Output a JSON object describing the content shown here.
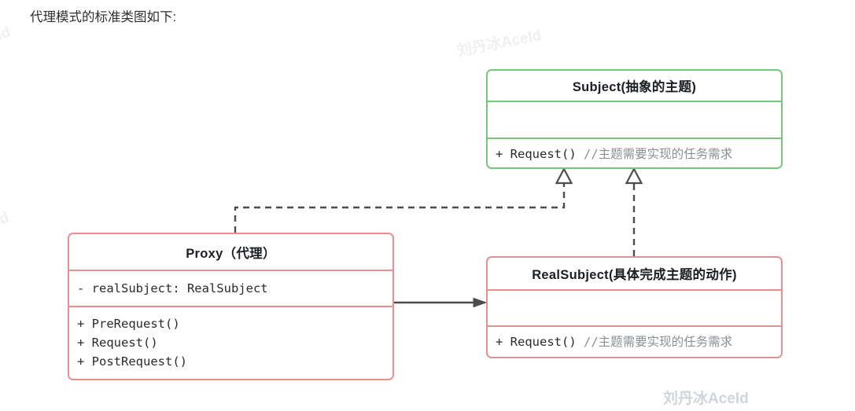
{
  "page": {
    "heading": "代理模式的标准类图如下:",
    "watermark_main": "刘丹冰AceId",
    "watermark_faint": "刘丹冰AceId",
    "watermark_partial": "ceId"
  },
  "colors": {
    "abstract_border": "#79c47e",
    "concrete_border": "#e98f8f",
    "connector": "#4d4d4d",
    "comment_text": "#8a8f94",
    "body_text": "#2b2b2b",
    "watermark": "#cfd5dd"
  },
  "diagram": {
    "type": "uml-class-diagram",
    "pattern": "Proxy Pattern",
    "classes": [
      {
        "id": "subject",
        "name": "Subject(抽象的主题)",
        "stereotype": "interface",
        "border_color": "#79c47e",
        "attributes": [],
        "methods": [
          {
            "signature": "+ Request()",
            "comment": "//主题需要实现的任务需求"
          }
        ]
      },
      {
        "id": "proxy",
        "name": "Proxy（代理）",
        "border_color": "#e98f8f",
        "attributes": [
          {
            "signature": "- realSubject: RealSubject",
            "comment": ""
          }
        ],
        "methods": [
          {
            "signature": "+ PreRequest()",
            "comment": ""
          },
          {
            "signature": "+ Request()",
            "comment": ""
          },
          {
            "signature": "+ PostRequest()",
            "comment": ""
          }
        ]
      },
      {
        "id": "realsubject",
        "name": "RealSubject(具体完成主题的动作)",
        "border_color": "#e98f8f",
        "attributes": [],
        "methods": [
          {
            "signature": "+ Request()",
            "comment": "//主题需要实现的任务需求"
          }
        ]
      }
    ],
    "relations": [
      {
        "from": "proxy",
        "to": "subject",
        "kind": "realization",
        "style": "dashed",
        "arrowhead": "hollow-triangle"
      },
      {
        "from": "realsubject",
        "to": "subject",
        "kind": "realization",
        "style": "dashed",
        "arrowhead": "hollow-triangle"
      },
      {
        "from": "proxy",
        "to": "realsubject",
        "kind": "association",
        "style": "solid",
        "arrowhead": "filled-arrow"
      }
    ]
  }
}
